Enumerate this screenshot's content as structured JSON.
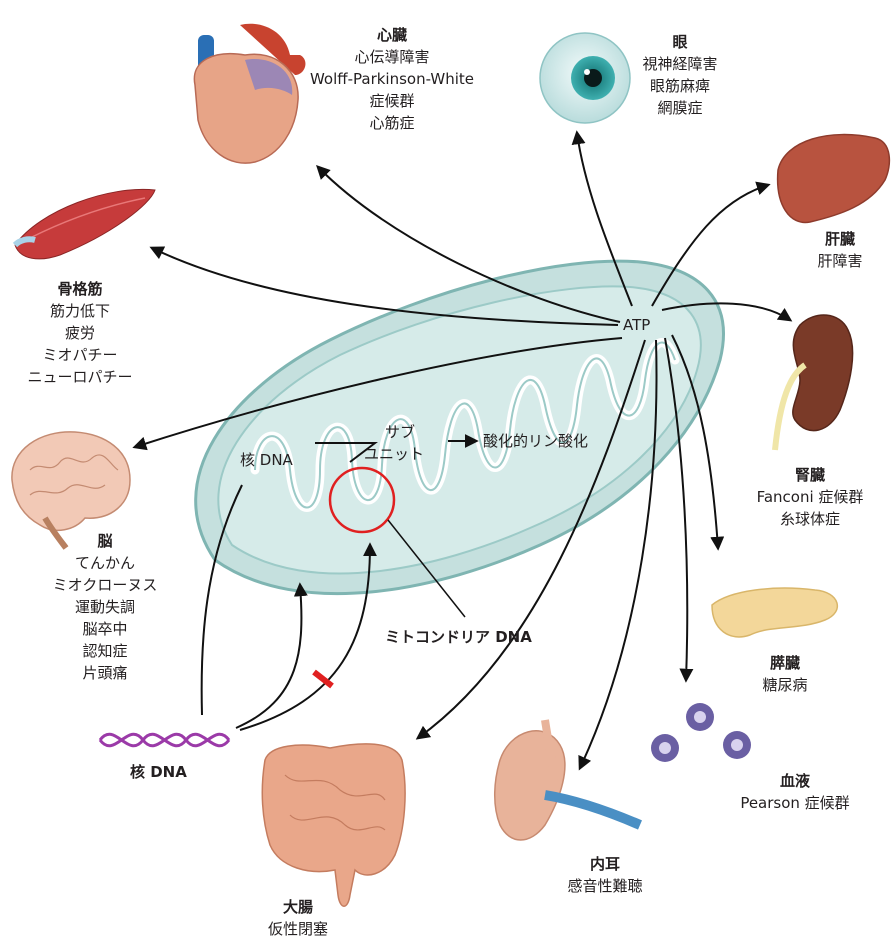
{
  "organs": {
    "heart": {
      "title": "心臓",
      "lines": [
        "心伝導障害",
        "Wolff-Parkinson-White",
        "症候群",
        "心筋症"
      ]
    },
    "eye": {
      "title": "眼",
      "lines": [
        "視神経障害",
        "眼筋麻痺",
        "網膜症"
      ]
    },
    "liver": {
      "title": "肝臓",
      "lines": [
        "肝障害"
      ]
    },
    "muscle": {
      "title": "骨格筋",
      "lines": [
        "筋力低下",
        "疲労",
        "ミオパチー",
        "ニューロパチー"
      ]
    },
    "kidney": {
      "title": "腎臓",
      "lines": [
        "Fanconi 症候群",
        "糸球体症"
      ]
    },
    "brain": {
      "title": "脳",
      "lines": [
        "てんかん",
        "ミオクローヌス",
        "運動失調",
        "脳卒中",
        "認知症",
        "片頭痛"
      ]
    },
    "pancreas": {
      "title": "膵臓",
      "lines": [
        "糖尿病"
      ]
    },
    "blood": {
      "title": "血液",
      "lines": [
        "Pearson 症候群"
      ]
    },
    "ear": {
      "title": "内耳",
      "lines": [
        "感音性難聴"
      ]
    },
    "colon": {
      "title": "大腸",
      "lines": [
        "仮性閉塞"
      ]
    }
  },
  "mito": {
    "atp": "ATP",
    "nuclear_dna": "核 DNA",
    "subunit_1": "サブ",
    "subunit_2": "ユニット",
    "oxphos": "酸化的リン酸化",
    "mtdna": "ミトコンドリア DNA"
  },
  "nucleus_dna": "核 DNA",
  "colors": {
    "mito_fill": "#c5e0de",
    "mito_stroke": "#7fb5b2",
    "arrow": "#111111",
    "block": "#e02020",
    "dna": "#9b3aa8",
    "circle": "#e02020"
  }
}
